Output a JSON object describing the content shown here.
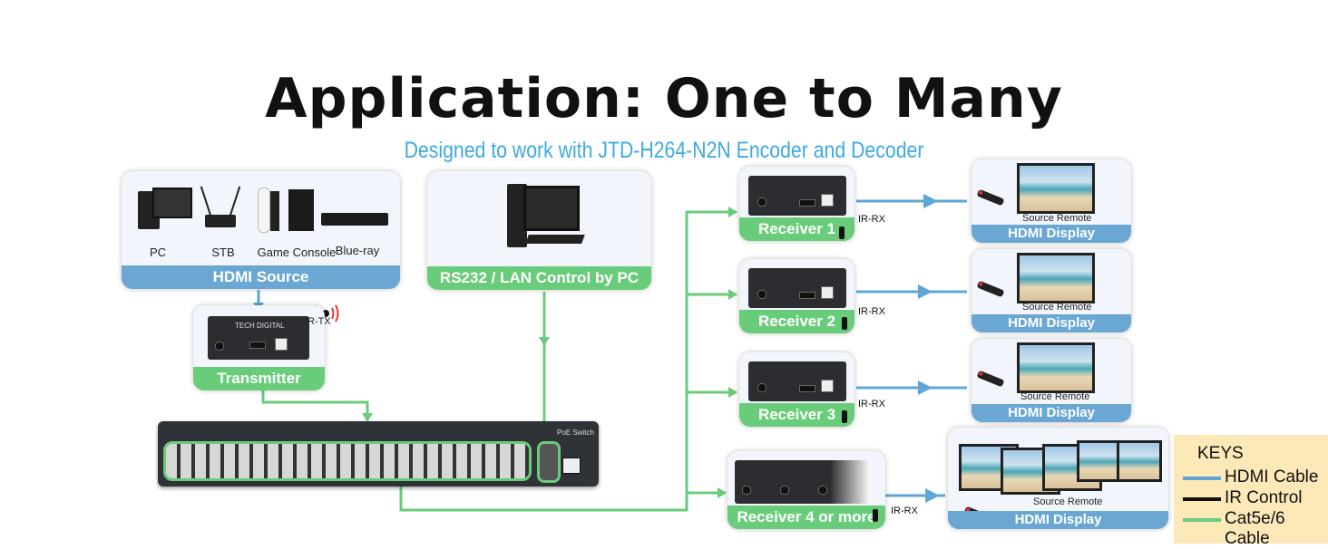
{
  "title": "Application: One to Many",
  "subtitle": "Designed to work with JTD-H264-N2N Encoder and Decoder",
  "source": {
    "bar_label": "HDMI Source",
    "devices": [
      "PC",
      "STB",
      "Game Console",
      "Blue-ray"
    ]
  },
  "control": {
    "bar_label": "RS232 / LAN Control by PC"
  },
  "transmitter": {
    "bar_label": "Transmitter",
    "ir_label": "IR-TX",
    "brand": "TECH DIGITAL"
  },
  "receivers": [
    {
      "bar_label": "Receiver 1",
      "ir_label": "IR-RX"
    },
    {
      "bar_label": "Receiver 2",
      "ir_label": "IR-RX"
    },
    {
      "bar_label": "Receiver 3",
      "ir_label": "IR-RX"
    },
    {
      "bar_label": "Receiver 4 or more",
      "ir_label": "IR-RX"
    }
  ],
  "displays": [
    {
      "bar_label": "HDMI Display",
      "remote_label": "Source Remote"
    },
    {
      "bar_label": "HDMI Display",
      "remote_label": "Source Remote"
    },
    {
      "bar_label": "HDMI Display",
      "remote_label": "Source Remote"
    },
    {
      "bar_label": "HDMI Display",
      "remote_label": "Source Remote"
    }
  ],
  "switch": {
    "label": "PoE Switch"
  },
  "keys": {
    "title": "KEYS",
    "items": [
      {
        "label": "HDMI Cable",
        "color": "#5ea6d6"
      },
      {
        "label": "IR Control",
        "color": "#111111"
      },
      {
        "label": "Cat5e/6 Cable",
        "color": "#69cc7b"
      }
    ]
  },
  "colors": {
    "hdmi": "#5ea6d6",
    "cat": "#69cc7b",
    "ir": "#111111",
    "subtitle": "#3fa9e0"
  }
}
